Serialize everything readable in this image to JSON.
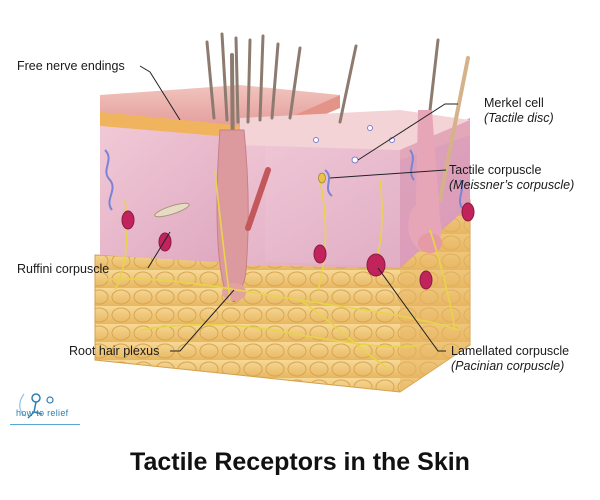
{
  "title": "Tactile Receptors in the Skin",
  "logo": {
    "text": "how to relief"
  },
  "labels": {
    "free_nerve": "Free nerve endings",
    "merkel": "Merkel cell",
    "merkel_sub": "(Tactile disc)",
    "tactile": "Tactile corpuscle",
    "tactile_sub": "(Meissner’s corpuscle)",
    "ruffini": "Ruffini corpuscle",
    "root_hair": "Root hair plexus",
    "lamellated": "Lamellated corpuscle",
    "lamellated_sub": "(Pacinian corpuscle)"
  },
  "colors": {
    "epidermis": "#e9a7a6",
    "dermis": "#e8b6c8",
    "hypodermis": "#f2cc7e",
    "receptor": "#c0245a",
    "nerve": "#e8d44a",
    "hair": "#8c7a6f"
  }
}
